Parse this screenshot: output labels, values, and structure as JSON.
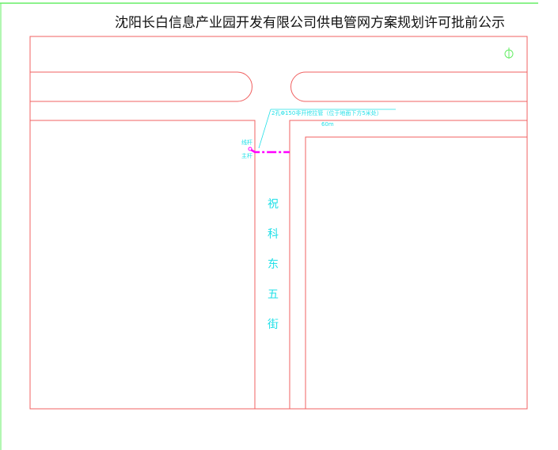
{
  "title": "沈阳长白信息产业园开发有限公司供电管网方案规划许可批前公示",
  "annotation": {
    "pipe_label": "2孔Φ150非开挖拉管（位于地面下方5米处）",
    "length": "60m",
    "pole_top": "线杆",
    "pole_main": "主杆"
  },
  "road_name": [
    "祝",
    "科",
    "东",
    "五",
    "街"
  ],
  "icons": {
    "north_arrow": "north-arrow-icon"
  },
  "colors": {
    "boundary": "#f06060",
    "annotation": "#22e0e8",
    "pipe": "#ff00ff",
    "frame": "#66ee66"
  }
}
